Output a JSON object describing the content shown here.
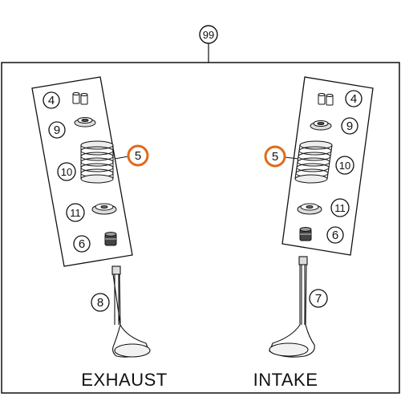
{
  "assembly": {
    "callout": "99"
  },
  "exhaust": {
    "label": "EXHAUST",
    "callouts": {
      "keys": "4",
      "retainer": "9",
      "spring": "10",
      "spring_seat": "11",
      "seal": "6",
      "spring_highlight": "5",
      "valve": "8"
    }
  },
  "intake": {
    "label": "INTAKE",
    "callouts": {
      "keys": "4",
      "retainer": "9",
      "spring": "10",
      "spring_seat": "11",
      "seal": "6",
      "spring_highlight": "5",
      "valve": "7"
    }
  },
  "colors": {
    "highlight": "#e06a1b",
    "line": "#111111"
  }
}
